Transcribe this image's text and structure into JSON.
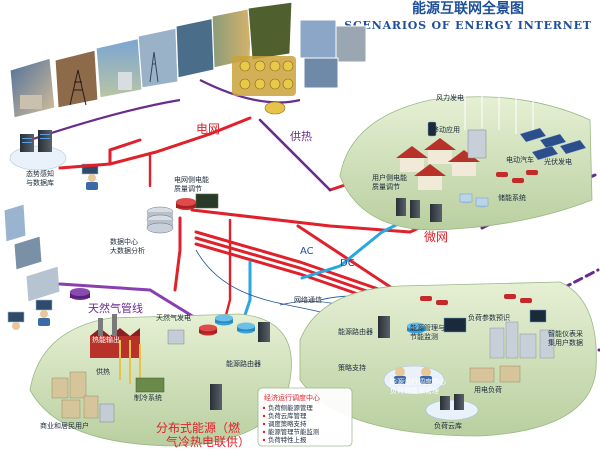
{
  "title": {
    "cn": "能源互联网全景图",
    "en": "SCENARIOS OF ENERGY INTERNET"
  },
  "networks": {
    "grid": "电网",
    "heat": "供热",
    "gas": "天然气管线",
    "microgrid": "微网",
    "ac": "AC",
    "dc": "DC",
    "comm": "网络通信"
  },
  "labels": {
    "situational_awareness": [
      "态势感知",
      "与数据库"
    ],
    "grid_side_quality": [
      "电网侧电能",
      "质量调节"
    ],
    "datacenter": [
      "数据中心",
      "大数据分析"
    ],
    "wind": "风力发电",
    "mobile": "移动应用",
    "user_quality": [
      "用户侧电能",
      "质量调节"
    ],
    "ev": "电动汽车",
    "pv": "光伏发电",
    "storage": "储能系统",
    "heat_out": "热能输出",
    "gas_gen": "天然气发电",
    "heating": "供热",
    "cooling": "制冷系统",
    "residential": "商业和居民用户",
    "distributed": [
      "分布式能源（燃",
      "气冷热电联供）"
    ],
    "router_left": "能源路由器",
    "router_center": "能源路由器",
    "strategy": "策略支持",
    "router_mgmt": [
      "能源管理与",
      "节能监测"
    ],
    "dispatch_center": [
      "能源运行调度中心",
      "负荷侧能源管理"
    ],
    "load_param": "负荷参数预识",
    "smart_meter": [
      "智能仪表采",
      "集用户数据"
    ],
    "load": "用电负荷",
    "cloud": "负荷云库"
  },
  "info_box": {
    "title": "经济运行调度中心",
    "items": [
      "负荷侧能源管理",
      "负荷云库管理",
      "调度策略支持",
      "能源管理节能监测",
      "负荷特性上报"
    ]
  },
  "colors": {
    "grid": "#e0202a",
    "heat": "#6a2c8c",
    "gas": "#8a3fb0",
    "dc": "#2aa6e0",
    "comm": "#1f4f9a",
    "platform": "#dce8c8"
  }
}
